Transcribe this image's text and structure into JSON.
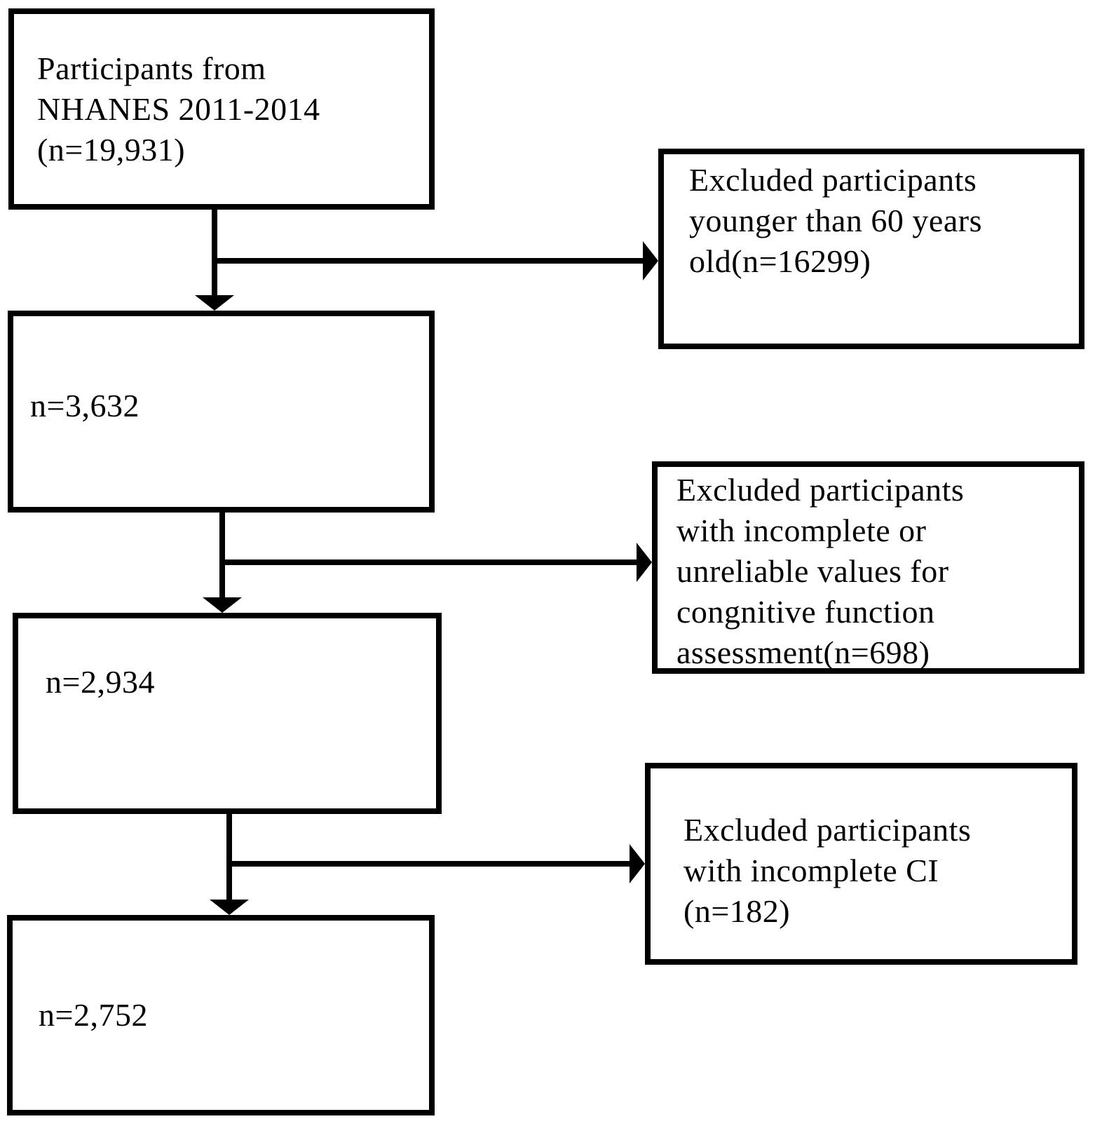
{
  "figure": {
    "type": "participant-selection-flowchart",
    "background_color": "#ffffff",
    "line_color": "#000000"
  },
  "flow": {
    "box1": {
      "text": "Participants from\nNHANES 2011-2014\n(n=19,931)"
    },
    "box2": {
      "text": "n=3,632"
    },
    "box3": {
      "text": "n=2,934"
    },
    "box4": {
      "text": "n=2,752"
    },
    "exclusion1": {
      "text": "Excluded participants\nyounger than 60 years\nold(n=16299)"
    },
    "exclusion2": {
      "text": "Excluded participants\nwith incomplete or\nunreliable values for\ncongnitive function\nassessment(n=698)"
    },
    "exclusion3": {
      "text": "Excluded participants\nwith incomplete CI\n(n=182)"
    }
  }
}
